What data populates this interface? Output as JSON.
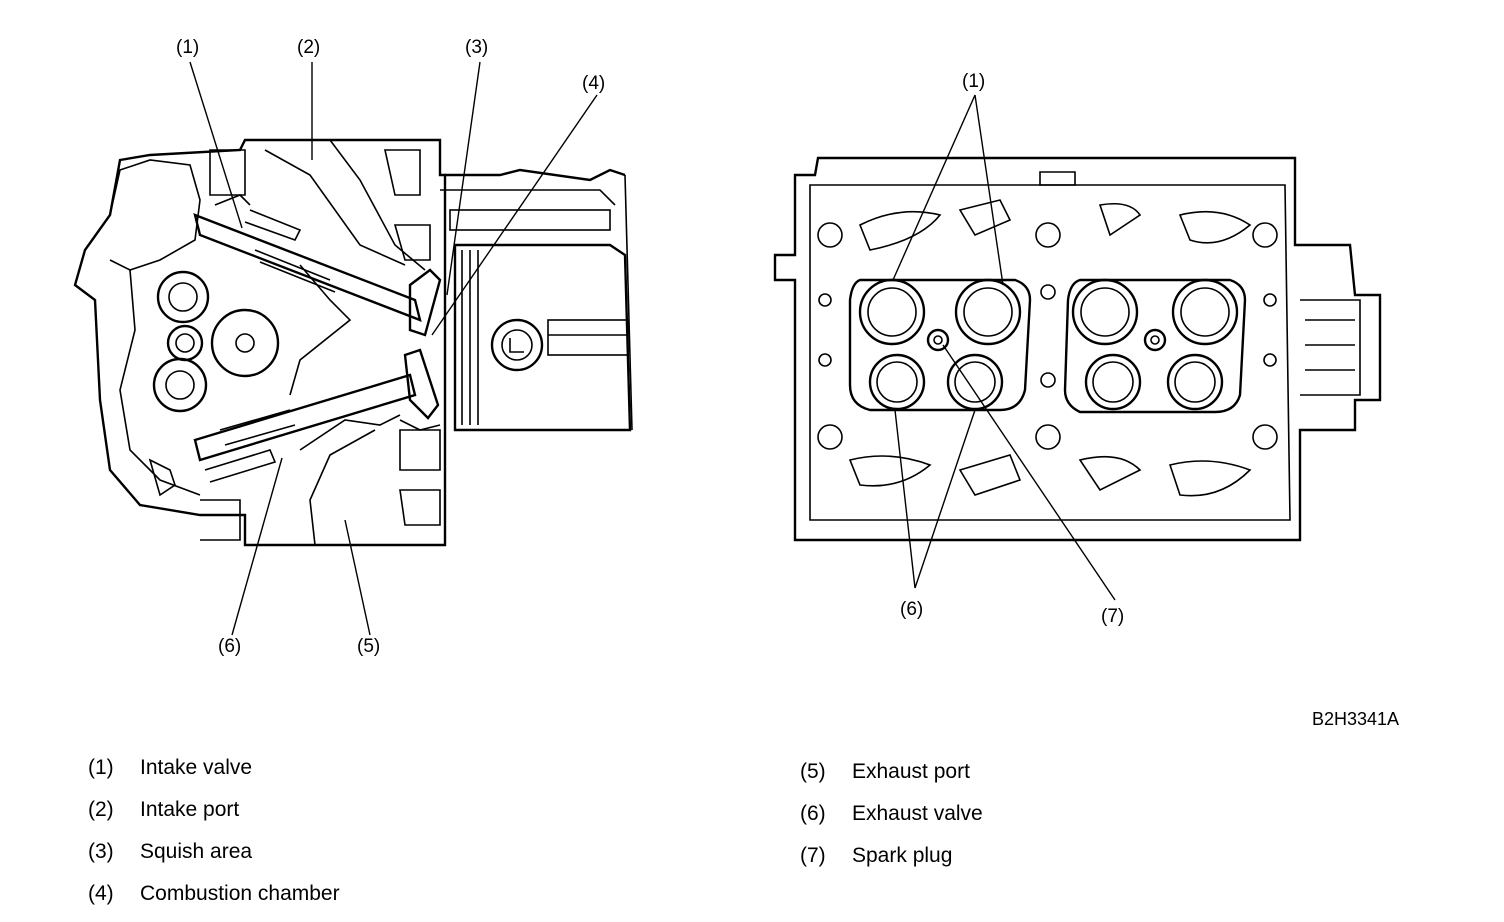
{
  "left_view": {
    "callouts": [
      "(1)",
      "(2)",
      "(3)",
      "(4)",
      "(5)",
      "(6)"
    ]
  },
  "right_view": {
    "callouts": [
      "(1)",
      "(6)",
      "(7)"
    ]
  },
  "figure_code": "B2H3341A",
  "legend": [
    {
      "num": "(1)",
      "text": "Intake valve"
    },
    {
      "num": "(2)",
      "text": "Intake port"
    },
    {
      "num": "(3)",
      "text": "Squish area"
    },
    {
      "num": "(4)",
      "text": "Combustion chamber"
    },
    {
      "num": "(5)",
      "text": "Exhaust port"
    },
    {
      "num": "(6)",
      "text": "Exhaust valve"
    },
    {
      "num": "(7)",
      "text": "Spark plug"
    }
  ]
}
